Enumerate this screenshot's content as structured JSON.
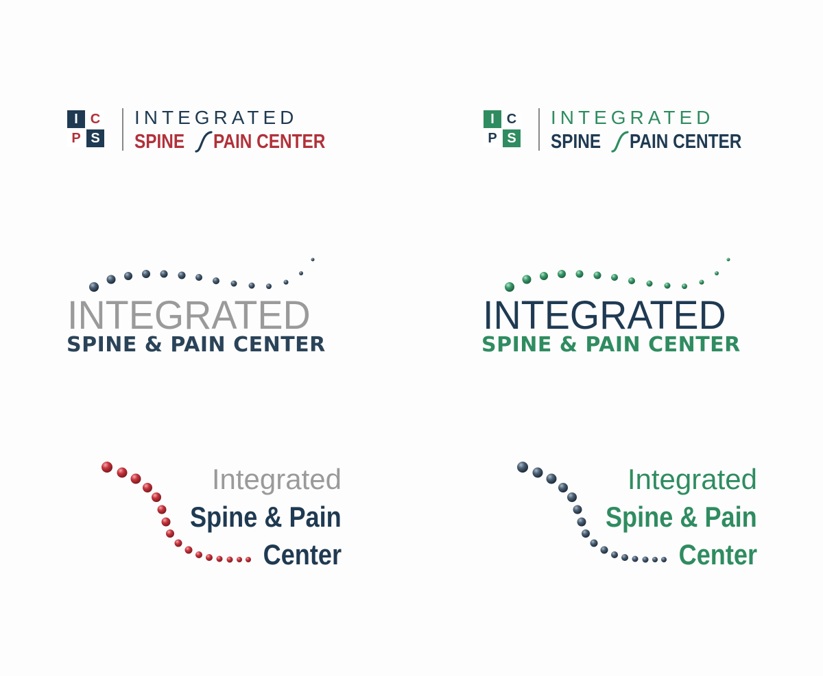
{
  "colors": {
    "navy": "#1f3a52",
    "red": "#b1313a",
    "green": "#2f8c60",
    "gray": "#9a9a9a",
    "steel": "#4b5f73"
  },
  "box_logo_red": {
    "tiles": [
      "I",
      "C",
      "P",
      "S"
    ],
    "line1": "INTEGRATED",
    "line2_left": "SPINE",
    "line2_right": "PAIN CENTER"
  },
  "box_logo_green": {
    "tiles": [
      "I",
      "C",
      "P",
      "S"
    ],
    "line1": "INTEGRATED",
    "line2_left": "SPINE",
    "line2_right": "PAIN CENTER"
  },
  "arc_logo_gray": {
    "line1": "INTEGRATED",
    "line2": "SPINE & PAIN CENTER"
  },
  "arc_logo_green": {
    "line1": "INTEGRATED",
    "line2": "SPINE & PAIN CENTER"
  },
  "spine_logo_red": {
    "line1": "Integrated",
    "line2": "Spine & Pain",
    "line3": "Center"
  },
  "spine_logo_green": {
    "line1": "Integrated",
    "line2": "Spine & Pain",
    "line3": "Center"
  }
}
